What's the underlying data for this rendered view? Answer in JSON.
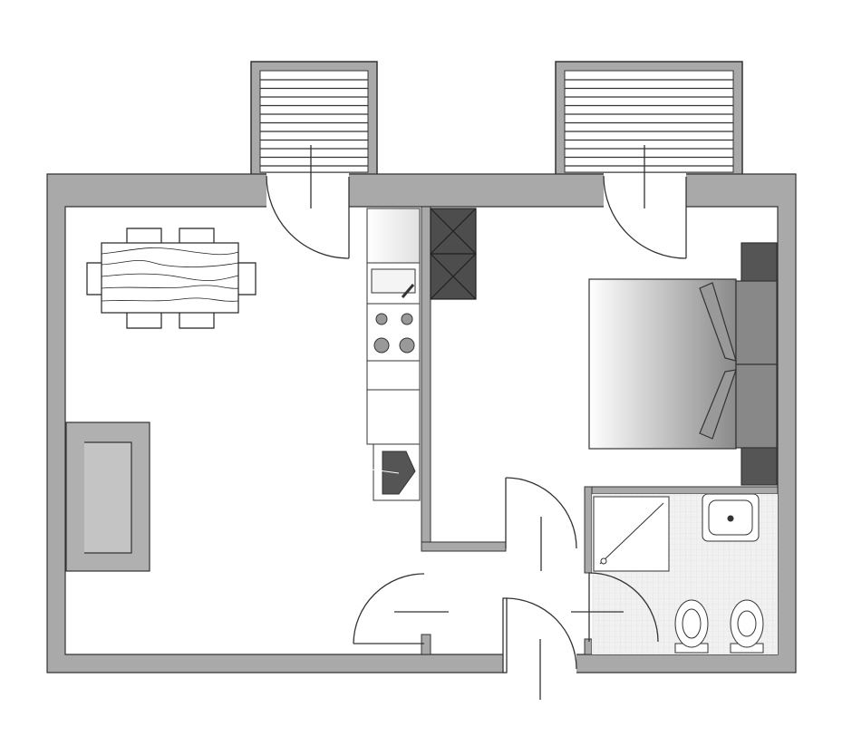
{
  "plan": {
    "colors": {
      "wall": "#a9a9a9",
      "outline": "#333333",
      "dark_fixture": "#555555",
      "sofa": "#b5b5b5",
      "floor": "#ffffff",
      "tile": "#eeeeee"
    },
    "rooms": [
      "living-room",
      "kitchen",
      "bedroom",
      "bathroom",
      "hallway"
    ],
    "balconies": 2,
    "doors": 6
  }
}
